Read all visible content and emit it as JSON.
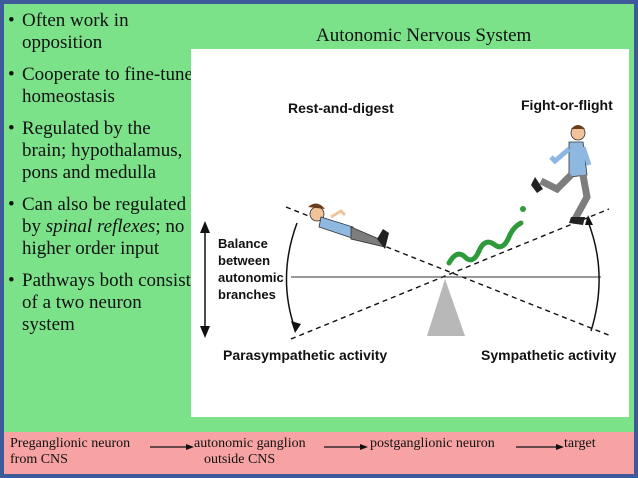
{
  "bullets": [
    {
      "text": "Often work in opposition"
    },
    {
      "text": "Cooperate to fine-tune homeostasis"
    },
    {
      "text": "Regulated by the brain; hypothalamus, pons and medulla"
    },
    {
      "text_before": "Can also be regulated by ",
      "emph": "spinal reflexes",
      "text_after": "; no higher order input"
    },
    {
      "text": "Pathways both consist of a two neuron system"
    }
  ],
  "diagram": {
    "title": "Autonomic Nervous System",
    "rest_label": "Rest-and-digest",
    "fight_label": "Fight-or-flight",
    "balance_label": [
      "Balance",
      "between",
      "autonomic",
      "branches"
    ],
    "para_label": "Parasympathetic activity",
    "symp_label": "Sympathetic activity"
  },
  "pathway": {
    "pre_line1": "Preganglionic neuron",
    "pre_line2": "from CNS",
    "ganglion_line1": "autonomic ganglion",
    "ganglion_line2": "outside CNS",
    "post": "postganglionic neuron",
    "target": "target"
  },
  "colors": {
    "green_bg": "#7be28a",
    "pink_bg": "#f7a3a3",
    "slide_border": "#4a66ad"
  }
}
